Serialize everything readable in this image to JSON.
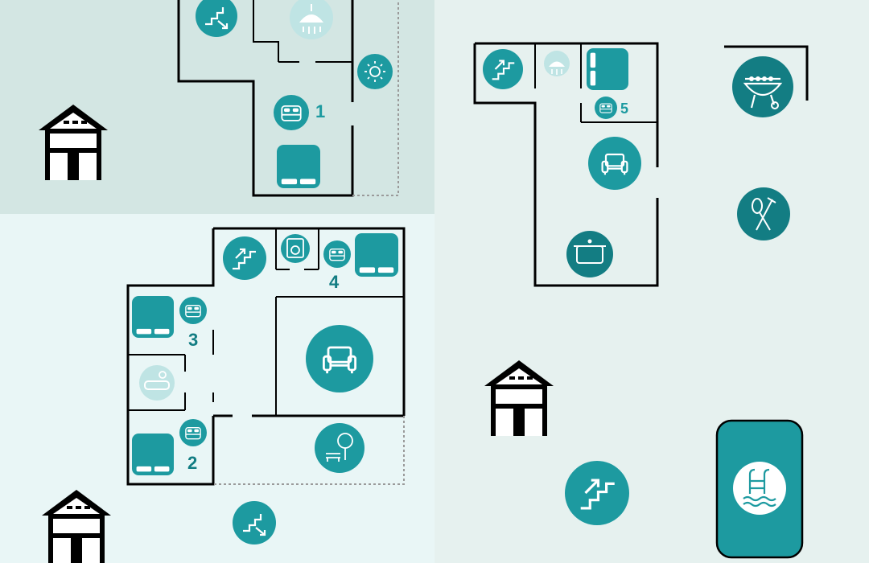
{
  "colors": {
    "zone_top_left": "#d3e6e3",
    "zone_bottom_left": "#e9f6f6",
    "zone_right": "#e6f1ef",
    "teal": "#1d9aa0",
    "teal_dark": "#137d83",
    "icon_light": "#bfe4e4",
    "wall": "#000000",
    "dashed": "#9a9a9a"
  },
  "room_numbers": {
    "one": "1",
    "two": "2",
    "three": "3",
    "four": "4",
    "five": "5"
  },
  "icons": [
    "stairs-down-icon",
    "shower-icon",
    "sun-icon",
    "bed-icon",
    "double-bed-icon",
    "house-icon",
    "stairs-up-icon",
    "washing-machine-icon",
    "sofa-icon",
    "bathtub-icon",
    "garden-bench-icon",
    "cooking-pot-icon",
    "barbecue-icon",
    "restaurant-icon",
    "pool-ladder-icon"
  ]
}
